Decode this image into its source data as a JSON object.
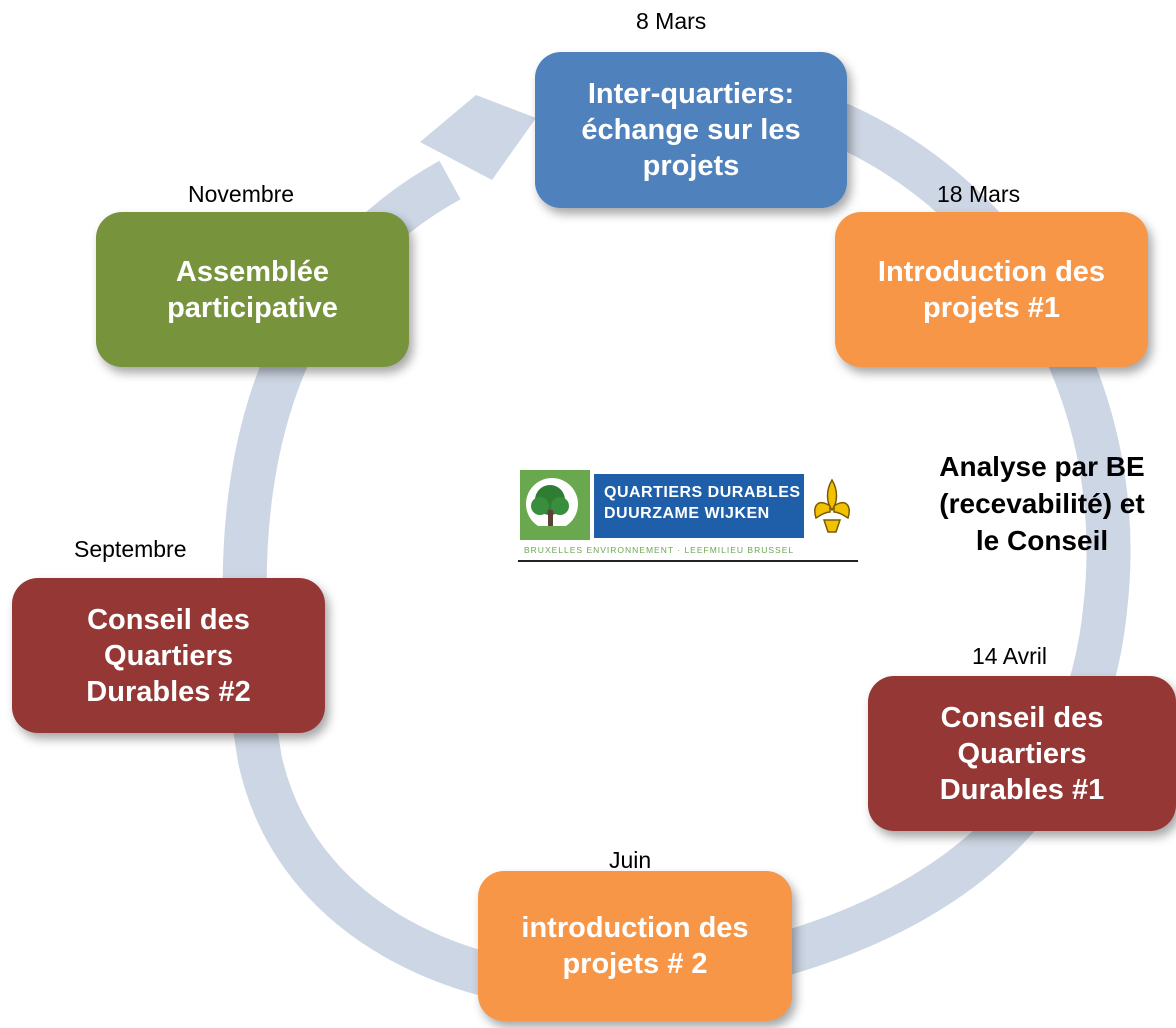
{
  "steps": [
    {
      "id": "inter",
      "date": "8 Mars",
      "lines": [
        "Inter-quartiers:",
        "échange sur les",
        "projets"
      ],
      "color": "#4f81bd"
    },
    {
      "id": "intro1",
      "date": "18  Mars",
      "lines": [
        "Introduction des",
        "projets #1"
      ],
      "color": "#f79646"
    },
    {
      "id": "conseil1",
      "date": "14 Avril",
      "lines": [
        "Conseil des",
        "Quartiers",
        "Durables #1"
      ],
      "color": "#953735"
    },
    {
      "id": "intro2",
      "date": "Juin",
      "lines": [
        "introduction des",
        "projets # 2"
      ],
      "color": "#f79646"
    },
    {
      "id": "conseil2",
      "date": "Septembre",
      "lines": [
        "Conseil des",
        "Quartiers",
        "Durables #2"
      ],
      "color": "#953735"
    },
    {
      "id": "assemblee",
      "date": "Novembre",
      "lines": [
        "Assemblée",
        "participative"
      ],
      "color": "#77933c"
    }
  ],
  "analyse": [
    "Analyse par BE",
    "(recevabilité) et",
    "le Conseil"
  ],
  "logo": {
    "title_lines": [
      "QUARTIERS DURABLES",
      "DUURZAME WIJKEN"
    ],
    "subtitle": "BRUXELLES ENVIRONNEMENT · LEEFMILIEU BRUSSEL"
  },
  "colors": {
    "ring": "#cdd6e4",
    "text": "#000000",
    "logo_blue": "#1f5fa9",
    "logo_green": "#6aa84f",
    "logo_yellow": "#f2c200"
  }
}
